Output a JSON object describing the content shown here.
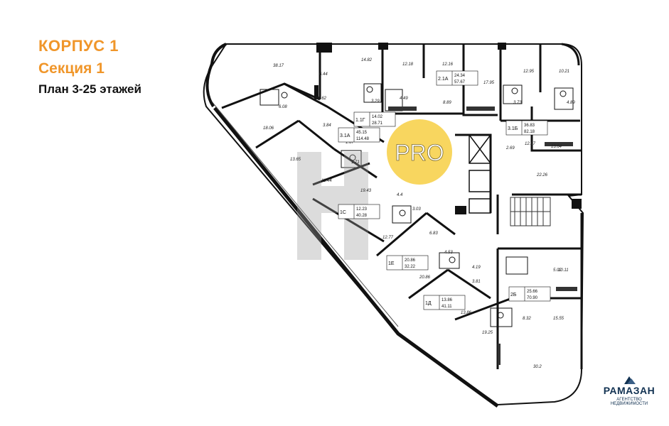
{
  "header": {
    "building": "КОРПУС 1",
    "section": "Секция 1",
    "plan": "План 3-25 этажей"
  },
  "watermark": {
    "text": "PRO",
    "color": "#f5c51b"
  },
  "brand": {
    "name": "РАМАЗАН",
    "tagline": "АГЕНТСТВО НЕДВИЖИМОСТИ",
    "color": "#123252"
  },
  "accent_color": "#f0962a",
  "room_areas": [
    "38.17",
    "6.44",
    "14.82",
    "12.18",
    "12.16",
    "17.95",
    "12.95",
    "10.21",
    "4.89",
    "4.49",
    "8.89",
    "3.73",
    "6.08",
    "15.62",
    "3.84",
    "1.67",
    "18.06",
    "13.65",
    "11.44",
    "19.43",
    "1.71",
    "4.97",
    "3.29",
    "4.4",
    "3.03",
    "12.77",
    "6.83",
    "4.53",
    "20.86",
    "4.19",
    "13.86",
    "3.81",
    "19.25",
    "8.32",
    "5.02",
    "10.11",
    "15.55",
    "30.2",
    "12.67",
    "2.69",
    "13.64",
    "22.26"
  ],
  "units": [
    {
      "code": "1.1Г",
      "living": "14.02",
      "total": "28.71"
    },
    {
      "code": "2.1А",
      "living": "24.34",
      "total": "57.67"
    },
    {
      "code": "3.1А",
      "living": "45.15",
      "total": "114.48"
    },
    {
      "code": "3.1Б",
      "living": "36.83",
      "total": "82.18"
    },
    {
      "code": "1С",
      "living": "12.23",
      "total": "40.28"
    },
    {
      "code": "1Е",
      "living": "20.86",
      "total": "32.22"
    },
    {
      "code": "1Д",
      "living": "13.86",
      "total": "41.11"
    },
    {
      "code": "2Б",
      "living": "25.66",
      "total": "70.90"
    }
  ]
}
